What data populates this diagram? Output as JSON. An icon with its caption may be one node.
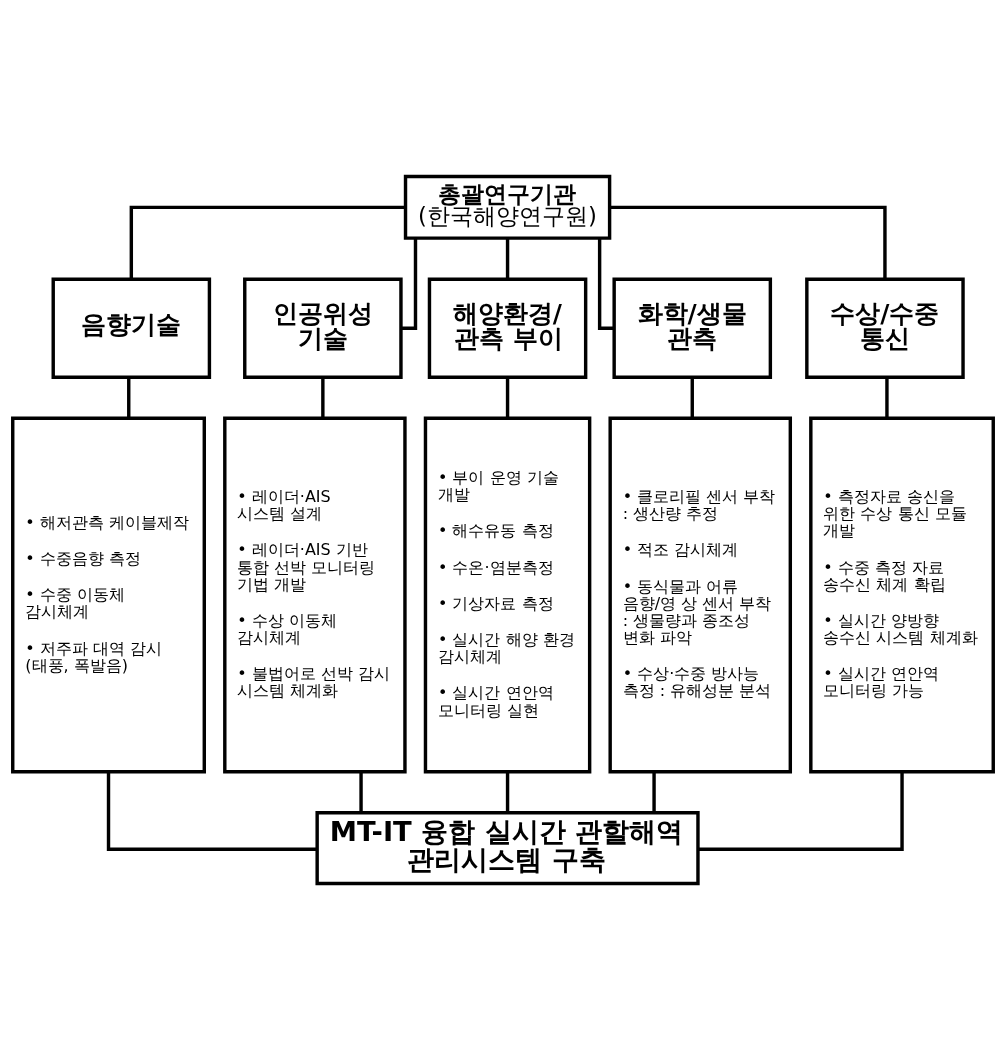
{
  "diagram": {
    "nodes": [
      {
        "text": [
          "총괄연구기관",
          "(한국해양연구원)"
        ]
      },
      {
        "text": [
          "음향기술"
        ]
      },
      {
        "text": [
          "인공위성 기술"
        ]
      },
      {
        "text": [
          "해양환경/ 관측 부이"
        ]
      },
      {
        "text": [
          "화학/생물 관측"
        ]
      },
      {
        "text": [
          "수상/수중 통신"
        ]
      },
      {
        "text": [
          "• 해저관측 케이블제작",
          "• 수중음향 측정",
          "• 수중 이동체 감시체계",
          "• 저주파 대역 감시 (태풍, 폭발음)"
        ]
      },
      {
        "text": [
          "• 레이더·AIS 시스템 설계",
          "• 레이더·AIS 기반 통합 선박 모니터링 기법 개발",
          "• 수상 이동체 감시체계",
          "• 불법어로 선박 감시 시스템 체계화"
        ]
      },
      {
        "text": [
          "• 부이 운영 기술 개발",
          "• 해수유동 측정",
          "• 수온·염분측정",
          "• 기상자료 측정",
          "• 실시간 해양 환경 감시체계",
          "• 실시간 연안역 모니터링 실현"
        ]
      },
      {
        "text": [
          "• 클로리필 센서 부착 : 생산량 추정",
          "• 적조 감시체계",
          "• 동식물과 어류 음향/영 상 센서 부착 : 생물량과 종조성 변화 파악",
          "• 수상·수중 방사능 측정 : 유해성분 분석"
        ]
      },
      {
        "text": [
          "• 측정자료 송신을 위한 수상 통신 모듈 개발",
          "• 수중 측정 자료 송수신 체계 확립",
          "• 실시간 양방향 송수신 시스템 체계화",
          "• 실시간 연안역 모니터링 가능"
        ]
      },
      {
        "text": [
          "MT-IT 융합 실시간 관할해역 관리시스템 구축"
        ]
      }
    ],
    "edges": [
      {
        "from": 0,
        "to": 1,
        "arrow": "none"
      },
      {
        "from": 0,
        "to": 2,
        "arrow": "none"
      },
      {
        "from": 0,
        "to": 3,
        "arrow": "none"
      },
      {
        "from": 0,
        "to": 4,
        "arrow": "none"
      },
      {
        "from": 0,
        "to": 5,
        "arrow": "none"
      },
      {
        "from": 1,
        "to": 6,
        "arrow": "none"
      },
      {
        "from": 2,
        "to": 7,
        "arrow": "none"
      },
      {
        "from": 3,
        "to": 8,
        "arrow": "none"
      },
      {
        "from": 4,
        "to": 9,
        "arrow": "none"
      },
      {
        "from": 5,
        "to": 10,
        "arrow": "none"
      },
      {
        "from": 6,
        "to": 11,
        "arrow": "none"
      },
      {
        "from": 7,
        "to": 11,
        "arrow": "none"
      },
      {
        "from": 8,
        "to": 11,
        "arrow": "none"
      },
      {
        "from": 9,
        "to": 11,
        "arrow": "none"
      },
      {
        "from": 10,
        "to": 11,
        "arrow": "none"
      }
    ]
  }
}
